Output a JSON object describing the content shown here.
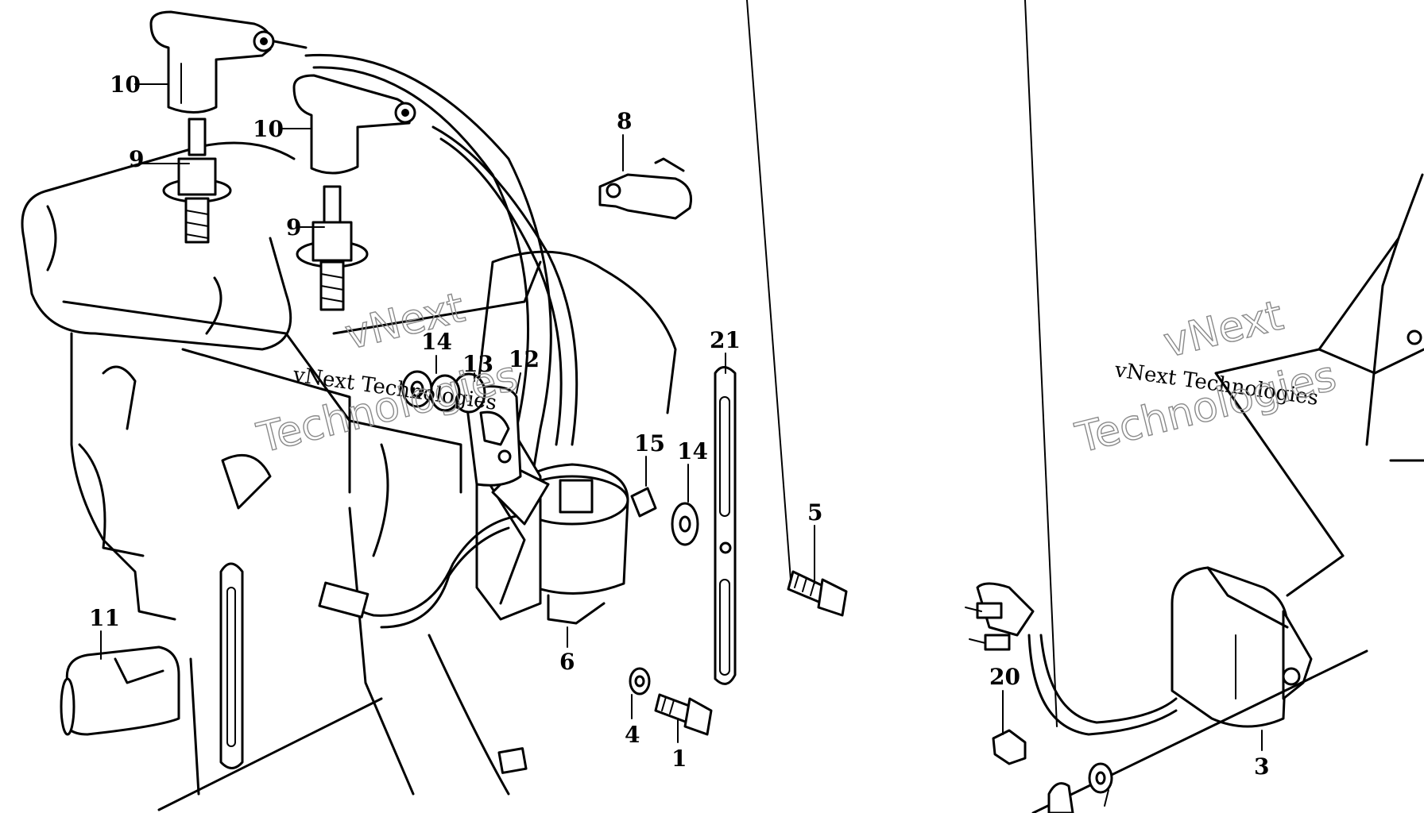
{
  "callouts": [
    {
      "id": "c10a",
      "label": "10"
    },
    {
      "id": "c10b",
      "label": "10"
    },
    {
      "id": "c9a",
      "label": "9"
    },
    {
      "id": "c9b",
      "label": "9"
    },
    {
      "id": "c8",
      "label": "8"
    },
    {
      "id": "c14a",
      "label": "14"
    },
    {
      "id": "c13",
      "label": "13"
    },
    {
      "id": "c12",
      "label": "12"
    },
    {
      "id": "c21",
      "label": "21"
    },
    {
      "id": "c15",
      "label": "15"
    },
    {
      "id": "c14b",
      "label": "14"
    },
    {
      "id": "c5",
      "label": "5"
    },
    {
      "id": "c11",
      "label": "11"
    },
    {
      "id": "c6",
      "label": "6"
    },
    {
      "id": "c4",
      "label": "4"
    },
    {
      "id": "c1",
      "label": "1"
    },
    {
      "id": "c20",
      "label": "20"
    },
    {
      "id": "c3",
      "label": "3"
    }
  ],
  "watermark": {
    "line1": "vNext Technologies",
    "line2": "vNext",
    "line3": "Technologies"
  }
}
